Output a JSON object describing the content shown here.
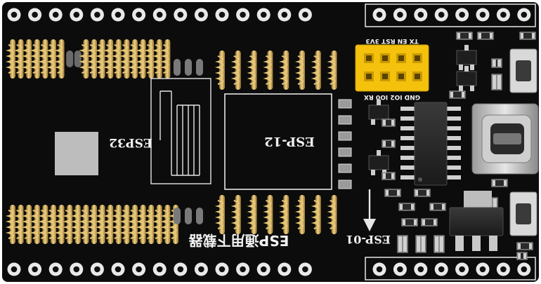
{
  "board": {
    "esp32_label": "ESP32",
    "esp12_label": "ESP-12",
    "esp01_label": "ESP-01",
    "title_label": "ESP通用下载器",
    "header_top_label": "TX EN RST 3V3",
    "header_bottom_label": "GND IO2 IO0 RX",
    "board_color": "#0c0c0c",
    "header_color": "#f4c20d",
    "pin_color": "#c8a34a"
  }
}
